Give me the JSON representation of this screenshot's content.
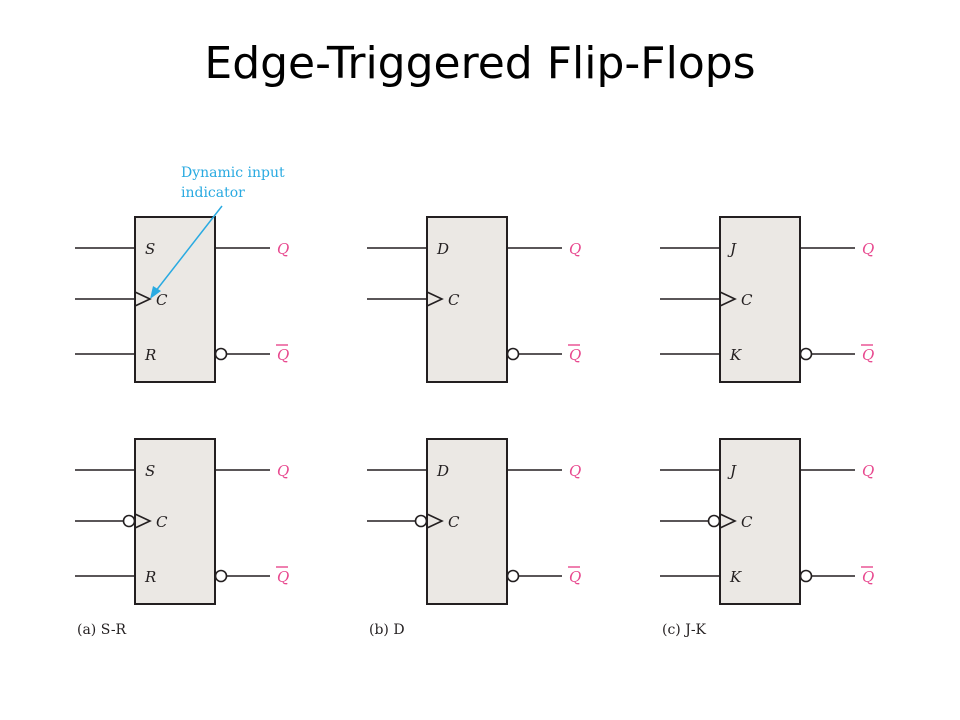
{
  "title": "Edge-Triggered Flip-Flops",
  "colors": {
    "output_label": "#e8498f",
    "annotation": "#29aae1",
    "block_fill": "#ebe8e4",
    "line": "#231f20"
  },
  "annotation": {
    "line1": "Dynamic input",
    "line2": "indicator"
  },
  "diagrams": [
    {
      "caption": "(a)  S-R",
      "inputs": [
        "S",
        "C",
        "R"
      ],
      "output_q": "Q",
      "output_qbar": "Q"
    },
    {
      "caption": "(b)  D",
      "inputs": [
        "D",
        "C"
      ],
      "output_q": "Q",
      "output_qbar": "Q"
    },
    {
      "caption": "(c)  J-K",
      "inputs": [
        "J",
        "C",
        "K"
      ],
      "output_q": "Q",
      "output_qbar": "Q"
    }
  ]
}
